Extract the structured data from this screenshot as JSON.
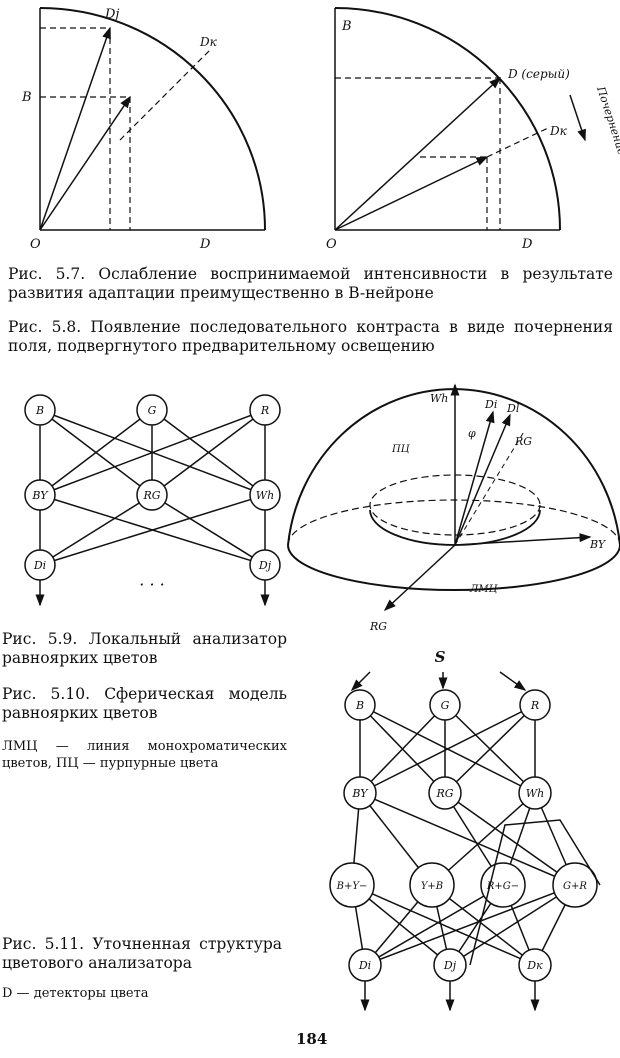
{
  "figures": {
    "fig57": {
      "caption": "Рис. 5.7. Ослабление воспринимаемой интенсивности в результате развития адаптации преимущественно в B-нейроне",
      "labels": {
        "o": "O",
        "d": "D",
        "b": "B",
        "dj": "Dj",
        "dk": "Dк"
      }
    },
    "fig58": {
      "caption": "Рис. 5.8. Появление последовательного контраста в виде почернения поля, подвергнутого предварительному освещению",
      "labels": {
        "o": "O",
        "d": "D",
        "b": "B",
        "dgray": "D (серый)",
        "dk": "Dк",
        "blackening": "Почернение"
      }
    },
    "fig59": {
      "caption": "Рис. 5.9. Локальный анализатор равноярких цветов",
      "nodes": [
        "B",
        "G",
        "R",
        "BY",
        "RG",
        "Wh",
        "Di",
        "Dj"
      ],
      "ellipsis": "· · ·"
    },
    "fig510": {
      "caption": "Рис. 5.10. Сферическая модель равноярких цветов",
      "note": "ЛМЦ — линия монохроматических цветов, ПЦ — пурпурные цвета",
      "labels": {
        "wh": "Wh",
        "di": "Di",
        "dl": "Dl",
        "phi": "φ",
        "pc": "ПЦ",
        "rg": "RG",
        "by": "BY",
        "lmc": "ЛМЦ",
        "rg2": "RG"
      }
    },
    "fig511": {
      "caption": "Рис. 5.11. Уточненная структура цветового анализатора",
      "note": "D — детекторы цвета",
      "input": "S",
      "nodes": [
        "B",
        "G",
        "R",
        "BY",
        "RG",
        "Wh",
        "B+Y−",
        "Y+B",
        "R+G−",
        "G+R",
        "Di",
        "Dj",
        "Dк"
      ]
    }
  },
  "page_number": "184"
}
